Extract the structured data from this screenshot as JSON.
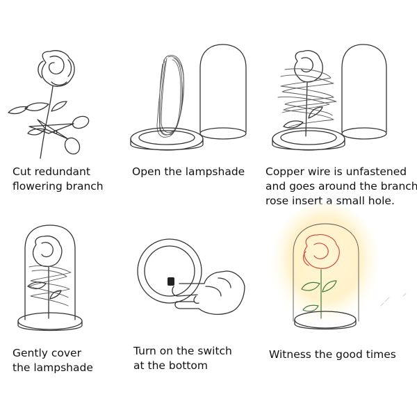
{
  "steps": [
    {
      "lines": [
        "Cut redundant",
        "flowering branch"
      ],
      "icon": "rose-and-scissors-icon"
    },
    {
      "lines": [
        "Open the lampshade"
      ],
      "icon": "open-lampshade-icon"
    },
    {
      "lines": [
        "Copper wire is unfastened",
        "and goes around the branch,",
        "rose insert a small hole."
      ],
      "icon": "wire-wrapped-rose-icon"
    },
    {
      "lines": [
        "Gently cover",
        "the lampshade"
      ],
      "icon": "covered-rose-dome-icon"
    },
    {
      "lines": [
        "Turn on the switch",
        "at the bottom"
      ],
      "icon": "hand-pressing-switch-icon"
    },
    {
      "lines": [
        "Witness the good times"
      ],
      "icon": "glowing-rose-icon"
    }
  ],
  "colors": {
    "line": "#333333",
    "glow": "#fff3c4",
    "rose_glow": "#d24a3a",
    "leaf_glow": "#3c7a3a"
  }
}
